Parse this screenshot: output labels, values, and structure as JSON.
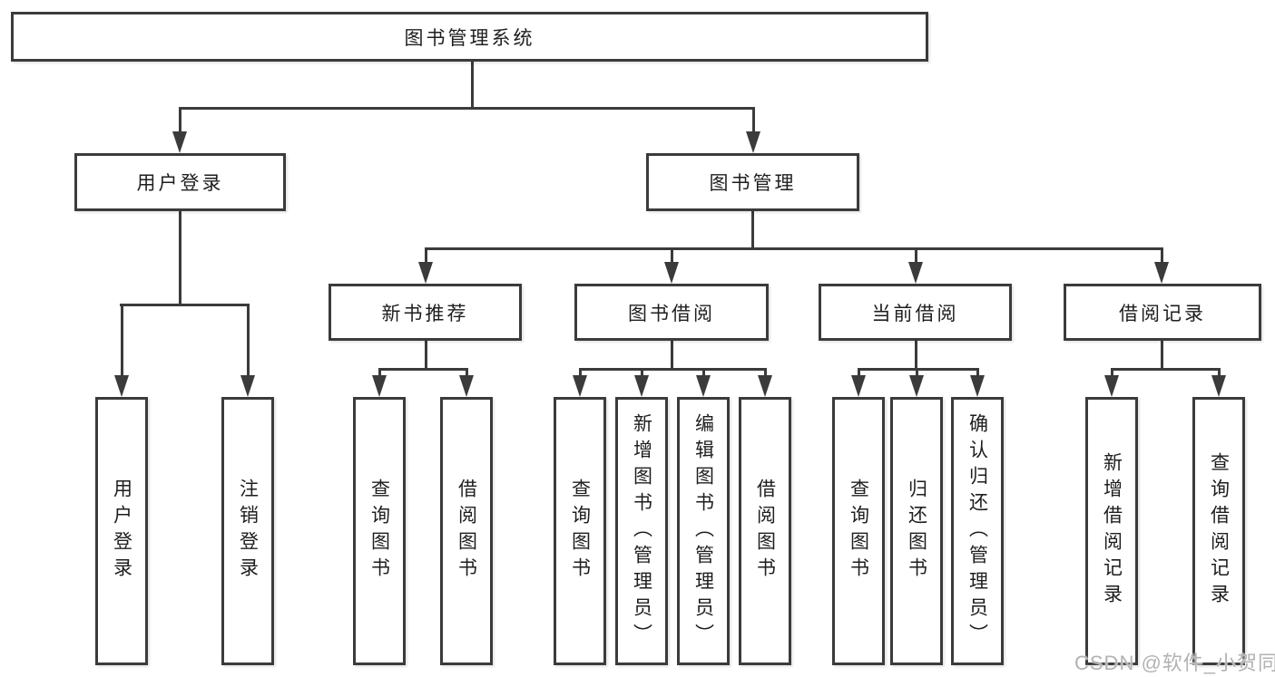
{
  "diagram": {
    "type": "hierarchy-tree",
    "watermark": "CSDN @软件_小贺同学",
    "colors": {
      "line": "#3b3b3b",
      "background": "#ffffff",
      "text": "#1e1e1e",
      "watermark": "#b2b2b2"
    },
    "nodes": {
      "root": {
        "label": "图书管理系统",
        "children": [
          "user_login_group",
          "book_mgmt"
        ]
      },
      "user_login_group": {
        "label": "用户登录",
        "children": [
          "user_login",
          "user_logout"
        ]
      },
      "book_mgmt": {
        "label": "图书管理",
        "children": [
          "new_book_rec",
          "book_borrow",
          "current_borrow",
          "borrow_records"
        ]
      },
      "user_login": {
        "label": "用户登录"
      },
      "user_logout": {
        "label": "注销登录"
      },
      "new_book_rec": {
        "label": "新书推荐",
        "children": [
          "nbr_query_books",
          "nbr_borrow_books"
        ]
      },
      "book_borrow": {
        "label": "图书借阅",
        "children": [
          "bb_query_books",
          "bb_add_books_admin",
          "bb_edit_books_admin",
          "bb_borrow_books"
        ]
      },
      "current_borrow": {
        "label": "当前借阅",
        "children": [
          "cb_query_books",
          "cb_return_books",
          "cb_confirm_return_admin"
        ]
      },
      "borrow_records": {
        "label": "借阅记录",
        "children": [
          "br_add_record",
          "br_query_record"
        ]
      },
      "nbr_query_books": {
        "label": "查询图书"
      },
      "nbr_borrow_books": {
        "label": "借阅图书"
      },
      "bb_query_books": {
        "label": "查询图书"
      },
      "bb_add_books_admin": {
        "label": "新增图书（管理员）"
      },
      "bb_edit_books_admin": {
        "label": "编辑图书（管理员）"
      },
      "bb_borrow_books": {
        "label": "借阅图书"
      },
      "cb_query_books": {
        "label": "查询图书"
      },
      "cb_return_books": {
        "label": "归还图书"
      },
      "cb_confirm_return_admin": {
        "label": "确认归还（管理员）"
      },
      "br_add_record": {
        "label": "新增借阅记录"
      },
      "br_query_record": {
        "label": "查询借阅记录"
      }
    }
  }
}
